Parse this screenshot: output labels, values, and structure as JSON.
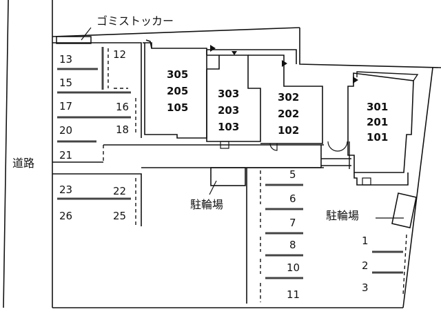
{
  "labels": {
    "trash_stocker": "ゴミストッカー",
    "road": "道路",
    "bicycle_parking_center": "駐輪場",
    "bicycle_parking_right": "駐輪場"
  },
  "buildings": {
    "left": [
      "305",
      "205",
      "105"
    ],
    "middle": [
      "303",
      "203",
      "103"
    ],
    "center": [
      "302",
      "202",
      "102"
    ],
    "right": [
      "301",
      "201",
      "101"
    ]
  },
  "parking_left": [
    "13",
    "12",
    "15",
    "17",
    "16",
    "20",
    "18",
    "21",
    "23",
    "22",
    "26",
    "25"
  ],
  "parking_center": [
    "5",
    "6",
    "7",
    "8",
    "10",
    "11"
  ],
  "parking_right": [
    "1",
    "2",
    "3"
  ]
}
